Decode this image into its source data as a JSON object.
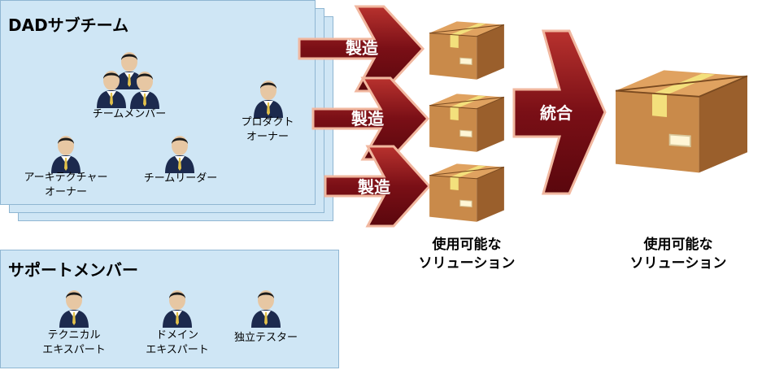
{
  "subteam": {
    "title": "DADサブチーム",
    "members": {
      "team_member": "チームメンバー",
      "product_owner": [
        "プロダクト",
        "オーナー"
      ],
      "architecture_owner": [
        "アーキテクチャー",
        "オーナー"
      ],
      "team_lead": "チームリーダー"
    }
  },
  "support": {
    "title": "サポートメンバー",
    "members": {
      "technical_expert": [
        "テクニカル",
        "エキスパート"
      ],
      "domain_expert": [
        "ドメイン",
        "エキスパート"
      ],
      "independent_tester": "独立テスター"
    }
  },
  "arrows": {
    "build1": "製造",
    "build2": "製造",
    "build3": "製造",
    "integrate": "統合"
  },
  "outputs": {
    "small_label": [
      "使用可能な",
      "ソリューション"
    ],
    "large_label": [
      "使用可能な",
      "ソリューション"
    ]
  },
  "colors": {
    "panel_fill": "#cfe6f5",
    "arrow_dark": "#7a0f16",
    "arrow_light": "#c86a5a",
    "box_brown": "#c98a4a",
    "tape": "#f3e07c",
    "suit": "#1c2a4e"
  }
}
